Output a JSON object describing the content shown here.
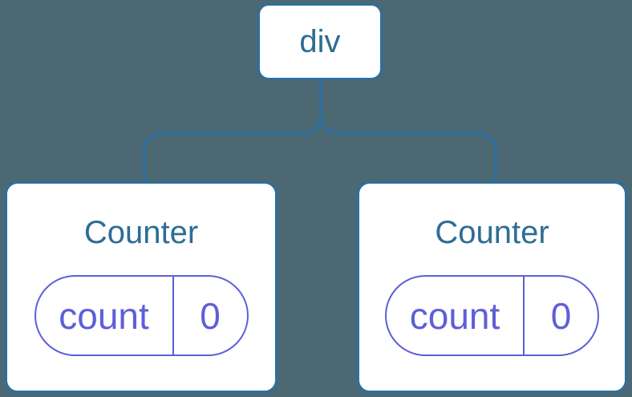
{
  "colors": {
    "background": "#4c6873",
    "node_border_blue": "#2d6f9e",
    "connector_blue": "#2d6f9e",
    "node_text_blue": "#2d6d94",
    "state_purple": "#5e5fd9",
    "card_background": "#ffffff"
  },
  "tree": {
    "root": {
      "label": "div"
    },
    "children": [
      {
        "label": "Counter",
        "state": {
          "key": "count",
          "value": "0"
        }
      },
      {
        "label": "Counter",
        "state": {
          "key": "count",
          "value": "0"
        }
      }
    ]
  }
}
